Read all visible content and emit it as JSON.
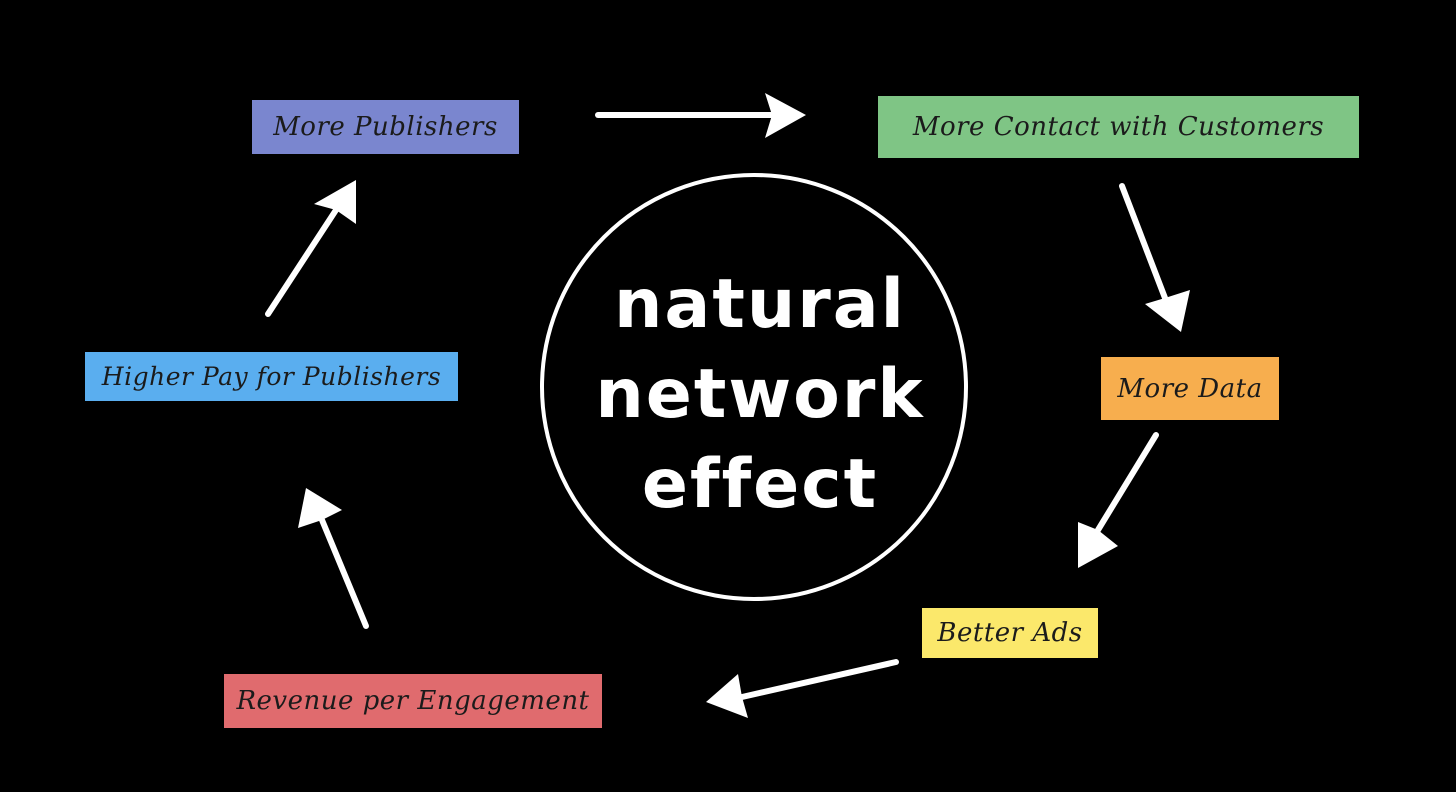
{
  "center": {
    "lines": [
      "natural",
      "network",
      "effect"
    ]
  },
  "nodes": {
    "publishers": {
      "label": "More Publishers",
      "color": "#7a86cf"
    },
    "contact": {
      "label": "More Contact with Customers",
      "color": "#7fc585"
    },
    "data": {
      "label": "More Data",
      "color": "#f7ae4e"
    },
    "ads": {
      "label": "Better Ads",
      "color": "#fbe86b"
    },
    "revenue": {
      "label": "Revenue per Engagement",
      "color": "#e06b6e"
    },
    "pay": {
      "label": "Higher Pay for Publishers",
      "color": "#5aaeef"
    }
  },
  "edges": [
    {
      "from": "publishers",
      "to": "contact"
    },
    {
      "from": "contact",
      "to": "data"
    },
    {
      "from": "data",
      "to": "ads"
    },
    {
      "from": "ads",
      "to": "revenue"
    },
    {
      "from": "revenue",
      "to": "pay"
    },
    {
      "from": "pay",
      "to": "publishers"
    }
  ],
  "colors": {
    "background": "#000000",
    "chalk": "#ffffff"
  }
}
